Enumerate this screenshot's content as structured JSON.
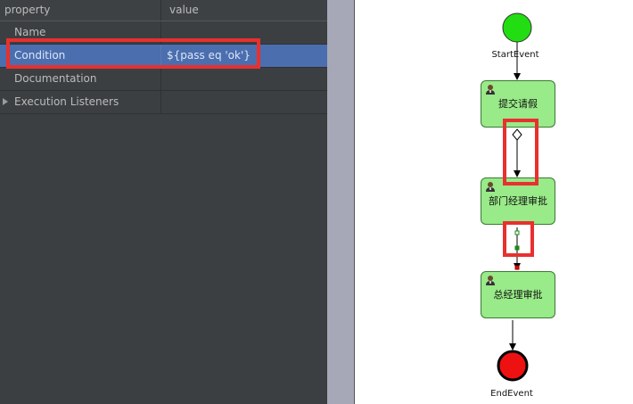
{
  "properties": {
    "header": {
      "property": "property",
      "value": "value"
    },
    "rows": [
      {
        "name": "Name",
        "value": "",
        "selected": false
      },
      {
        "name": "Condition",
        "value": "${pass eq 'ok'}",
        "selected": true
      },
      {
        "name": "Documentation",
        "value": "",
        "selected": false
      },
      {
        "name": "Execution Listeners",
        "value": "",
        "selected": false,
        "expandable": true
      }
    ]
  },
  "diagram": {
    "start_event": {
      "label": "StartEvent",
      "color": "#22dd11"
    },
    "tasks": [
      {
        "label": "提交请假"
      },
      {
        "label": "部门经理审批"
      },
      {
        "label": "总经理审批"
      }
    ],
    "end_event": {
      "label": "EndEvent",
      "color": "#ee1111"
    }
  },
  "colors": {
    "selection": "#4b6eaf",
    "highlight": "#e8302f",
    "task_fill": "#99ea88"
  }
}
